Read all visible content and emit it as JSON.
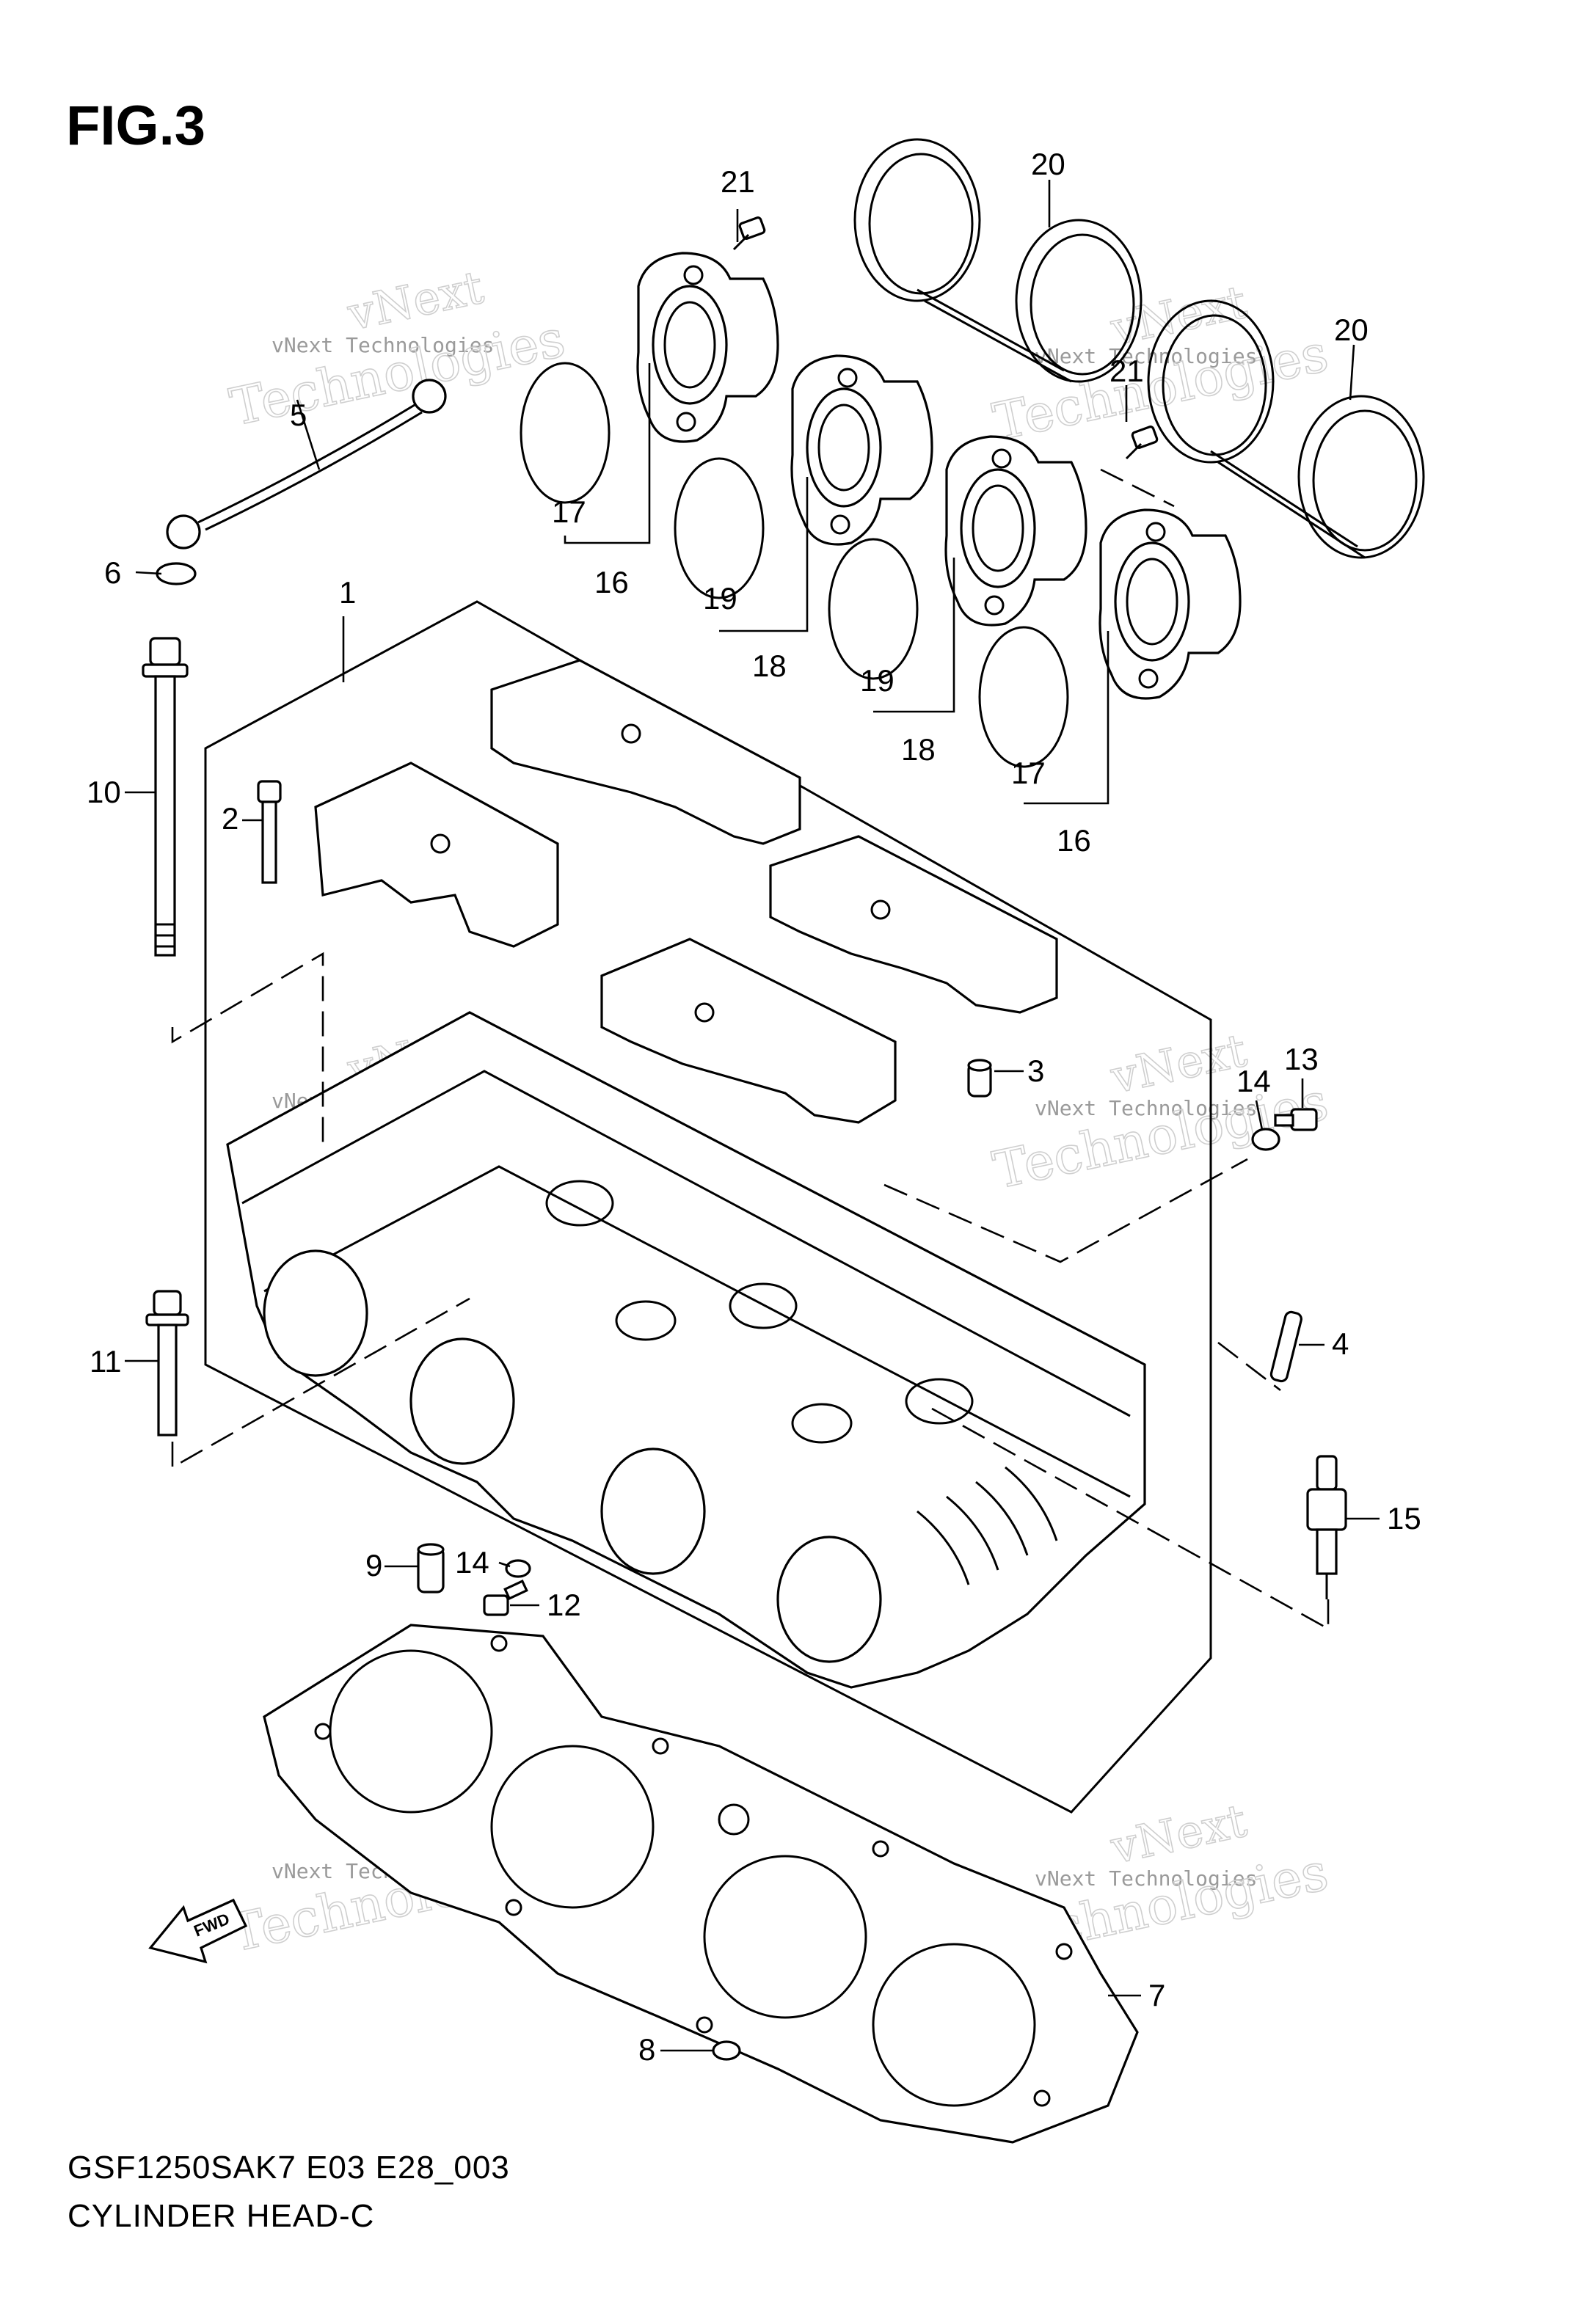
{
  "figure": {
    "title": "FIG.3",
    "model_code": "GSF1250SAK7 E03 E28_003",
    "name": "CYLINDER HEAD-C"
  },
  "watermark": {
    "line1": "vNext Technologies",
    "line2": "Technologies",
    "line3": "vNext"
  },
  "callouts": {
    "c1": "1",
    "c2": "2",
    "c3": "3",
    "c4": "4",
    "c5": "5",
    "c6": "6",
    "c7": "7",
    "c8": "8",
    "c9": "9",
    "c10": "10",
    "c11": "11",
    "c12": "12",
    "c13": "13",
    "c14a": "14",
    "c14b": "14",
    "c15": "15",
    "c16a": "16",
    "c16b": "16",
    "c17a": "17",
    "c17b": "17",
    "c18a": "18",
    "c18b": "18",
    "c19a": "19",
    "c19b": "19",
    "c20a": "20",
    "c20b": "20",
    "c21a": "21",
    "c21b": "21"
  },
  "fwd_label": "FWD"
}
